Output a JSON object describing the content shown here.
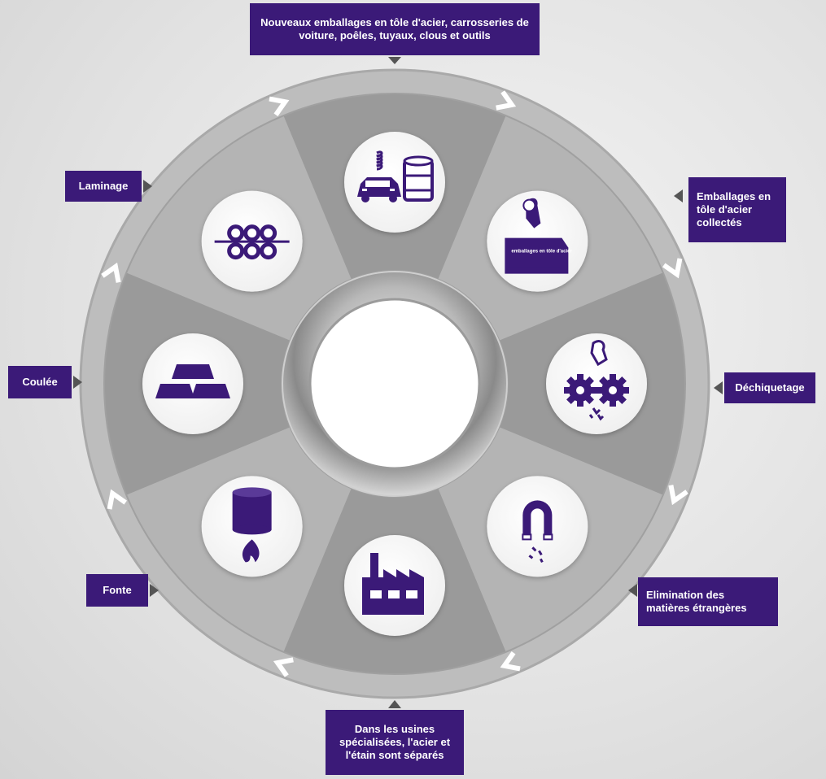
{
  "colors": {
    "label_bg": "#3b1a78",
    "icon": "#3b1a78",
    "ring_outer": "#b9b9b9",
    "segment_dark": "#9a9a9a",
    "segment_light": "#b4b4b4"
  },
  "labels": {
    "top": "Nouveaux emballages en tôle d'acier, carrosseries de voiture, poêles, tuyaux, clous et outils",
    "collected": "Emballages en tôle d'acier collectés",
    "shredding": "Déchiquetage",
    "removal": "Elimination des matières étrangères",
    "separation": "Dans les usines spécialisées, l'acier et l'étain sont séparés",
    "smelting": "Fonte",
    "casting": "Coulée",
    "rolling": "Laminage"
  },
  "bin_label": "emballages en tôle d'acier",
  "icons": [
    "car-and-can-icon",
    "collection-bin-icon",
    "shredder-gears-icon",
    "magnet-icon",
    "factory-icon",
    "furnace-icon",
    "ingots-icon",
    "rolling-mill-icon"
  ]
}
